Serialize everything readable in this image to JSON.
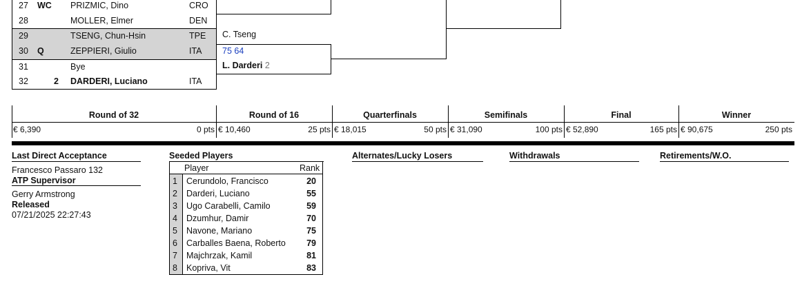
{
  "draw": {
    "rows": [
      {
        "num": "27",
        "entry": "WC",
        "seed": "",
        "name": "PRIZMIC, Dino",
        "country": "CRO",
        "bold": false
      },
      {
        "num": "28",
        "entry": "",
        "seed": "",
        "name": "MOLLER, Elmer",
        "country": "DEN",
        "bold": false
      },
      {
        "num": "29",
        "entry": "",
        "seed": "",
        "name": "TSENG, Chun-Hsin",
        "country": "TPE",
        "bold": false
      },
      {
        "num": "30",
        "entry": "Q",
        "seed": "",
        "name": "ZEPPIERI, Giulio",
        "country": "ITA",
        "bold": false
      },
      {
        "num": "31",
        "entry": "",
        "seed": "",
        "name": "Bye",
        "country": "",
        "bold": false
      },
      {
        "num": "32",
        "entry": "",
        "seed": "2",
        "name": "DARDERI, Luciano",
        "country": "ITA",
        "bold": true
      }
    ],
    "r2_match": {
      "winner": "C. Tseng",
      "score": "75 64"
    },
    "r2_next": {
      "winner": "L. Darderi",
      "seed": "2"
    }
  },
  "prize_money": {
    "rounds": [
      {
        "label": "Round of 32",
        "money": "€ 6,390",
        "points": "0 pts"
      },
      {
        "label": "Round of 16",
        "money": "€ 10,460",
        "points": "25 pts"
      },
      {
        "label": "Quarterfinals",
        "money": "€ 18,015",
        "points": "50 pts"
      },
      {
        "label": "Semifinals",
        "money": "€ 31,090",
        "points": "100 pts"
      },
      {
        "label": "Final",
        "money": "€ 52,890",
        "points": "165 pts"
      },
      {
        "label": "Winner",
        "money": "€ 90,675",
        "points": "250 pts"
      }
    ]
  },
  "info": {
    "lda_title": "Last Direct Acceptance",
    "lda_value": "Francesco Passaro 132",
    "supervisor_title": "ATP Supervisor",
    "supervisor_value": "Gerry Armstrong",
    "released_label": "Released",
    "released_value": "07/21/2025 22:27:43"
  },
  "sections": {
    "seeded": "Seeded Players",
    "alternates": "Alternates/Lucky Losers",
    "withdrawals": "Withdrawals",
    "retirements": "Retirements/W.O."
  },
  "seeds": {
    "header_player": "Player",
    "header_rank": "Rank",
    "rows": [
      {
        "num": "1",
        "name": "Cerundolo, Francisco",
        "rank": "20"
      },
      {
        "num": "2",
        "name": "Darderi, Luciano",
        "rank": "55"
      },
      {
        "num": "3",
        "name": "Ugo Carabelli, Camilo",
        "rank": "59"
      },
      {
        "num": "4",
        "name": "Dzumhur, Damir",
        "rank": "70"
      },
      {
        "num": "5",
        "name": "Navone, Mariano",
        "rank": "75"
      },
      {
        "num": "6",
        "name": "Carballes Baena, Roberto",
        "rank": "79"
      },
      {
        "num": "7",
        "name": "Majchrzak, Kamil",
        "rank": "81"
      },
      {
        "num": "8",
        "name": "Kopriva, Vit",
        "rank": "83"
      }
    ]
  },
  "colors": {
    "shade": "#d4d4d4",
    "score_blue": "#1a3fbf"
  }
}
